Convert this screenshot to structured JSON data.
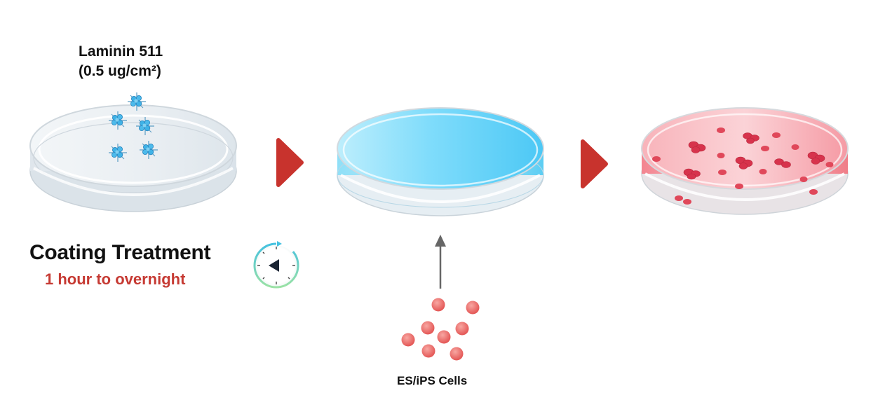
{
  "coating": {
    "reagent_name": "Laminin 511",
    "concentration": "(0.5 ug/cm²)",
    "title": "Coating Treatment",
    "duration": "1 hour to overnight"
  },
  "cells": {
    "label": "ES/iPS Cells"
  },
  "icons": {
    "timer": "stopwatch-icon",
    "step_arrow": "red-triangle-arrow-icon",
    "flow_arrow": "up-arrow-icon",
    "protein": "laminin-molecule-icon",
    "cell": "cell-icon"
  },
  "colors": {
    "arrow_red": "#c8332d",
    "duration_red": "#c63a33",
    "medium_blue": "#55cdf6",
    "laminin_blue": "#3fb2e6",
    "colony_red": "#d7334c",
    "single_cell": "#ec5b5b",
    "culture_pink": "#f6a3ac"
  }
}
